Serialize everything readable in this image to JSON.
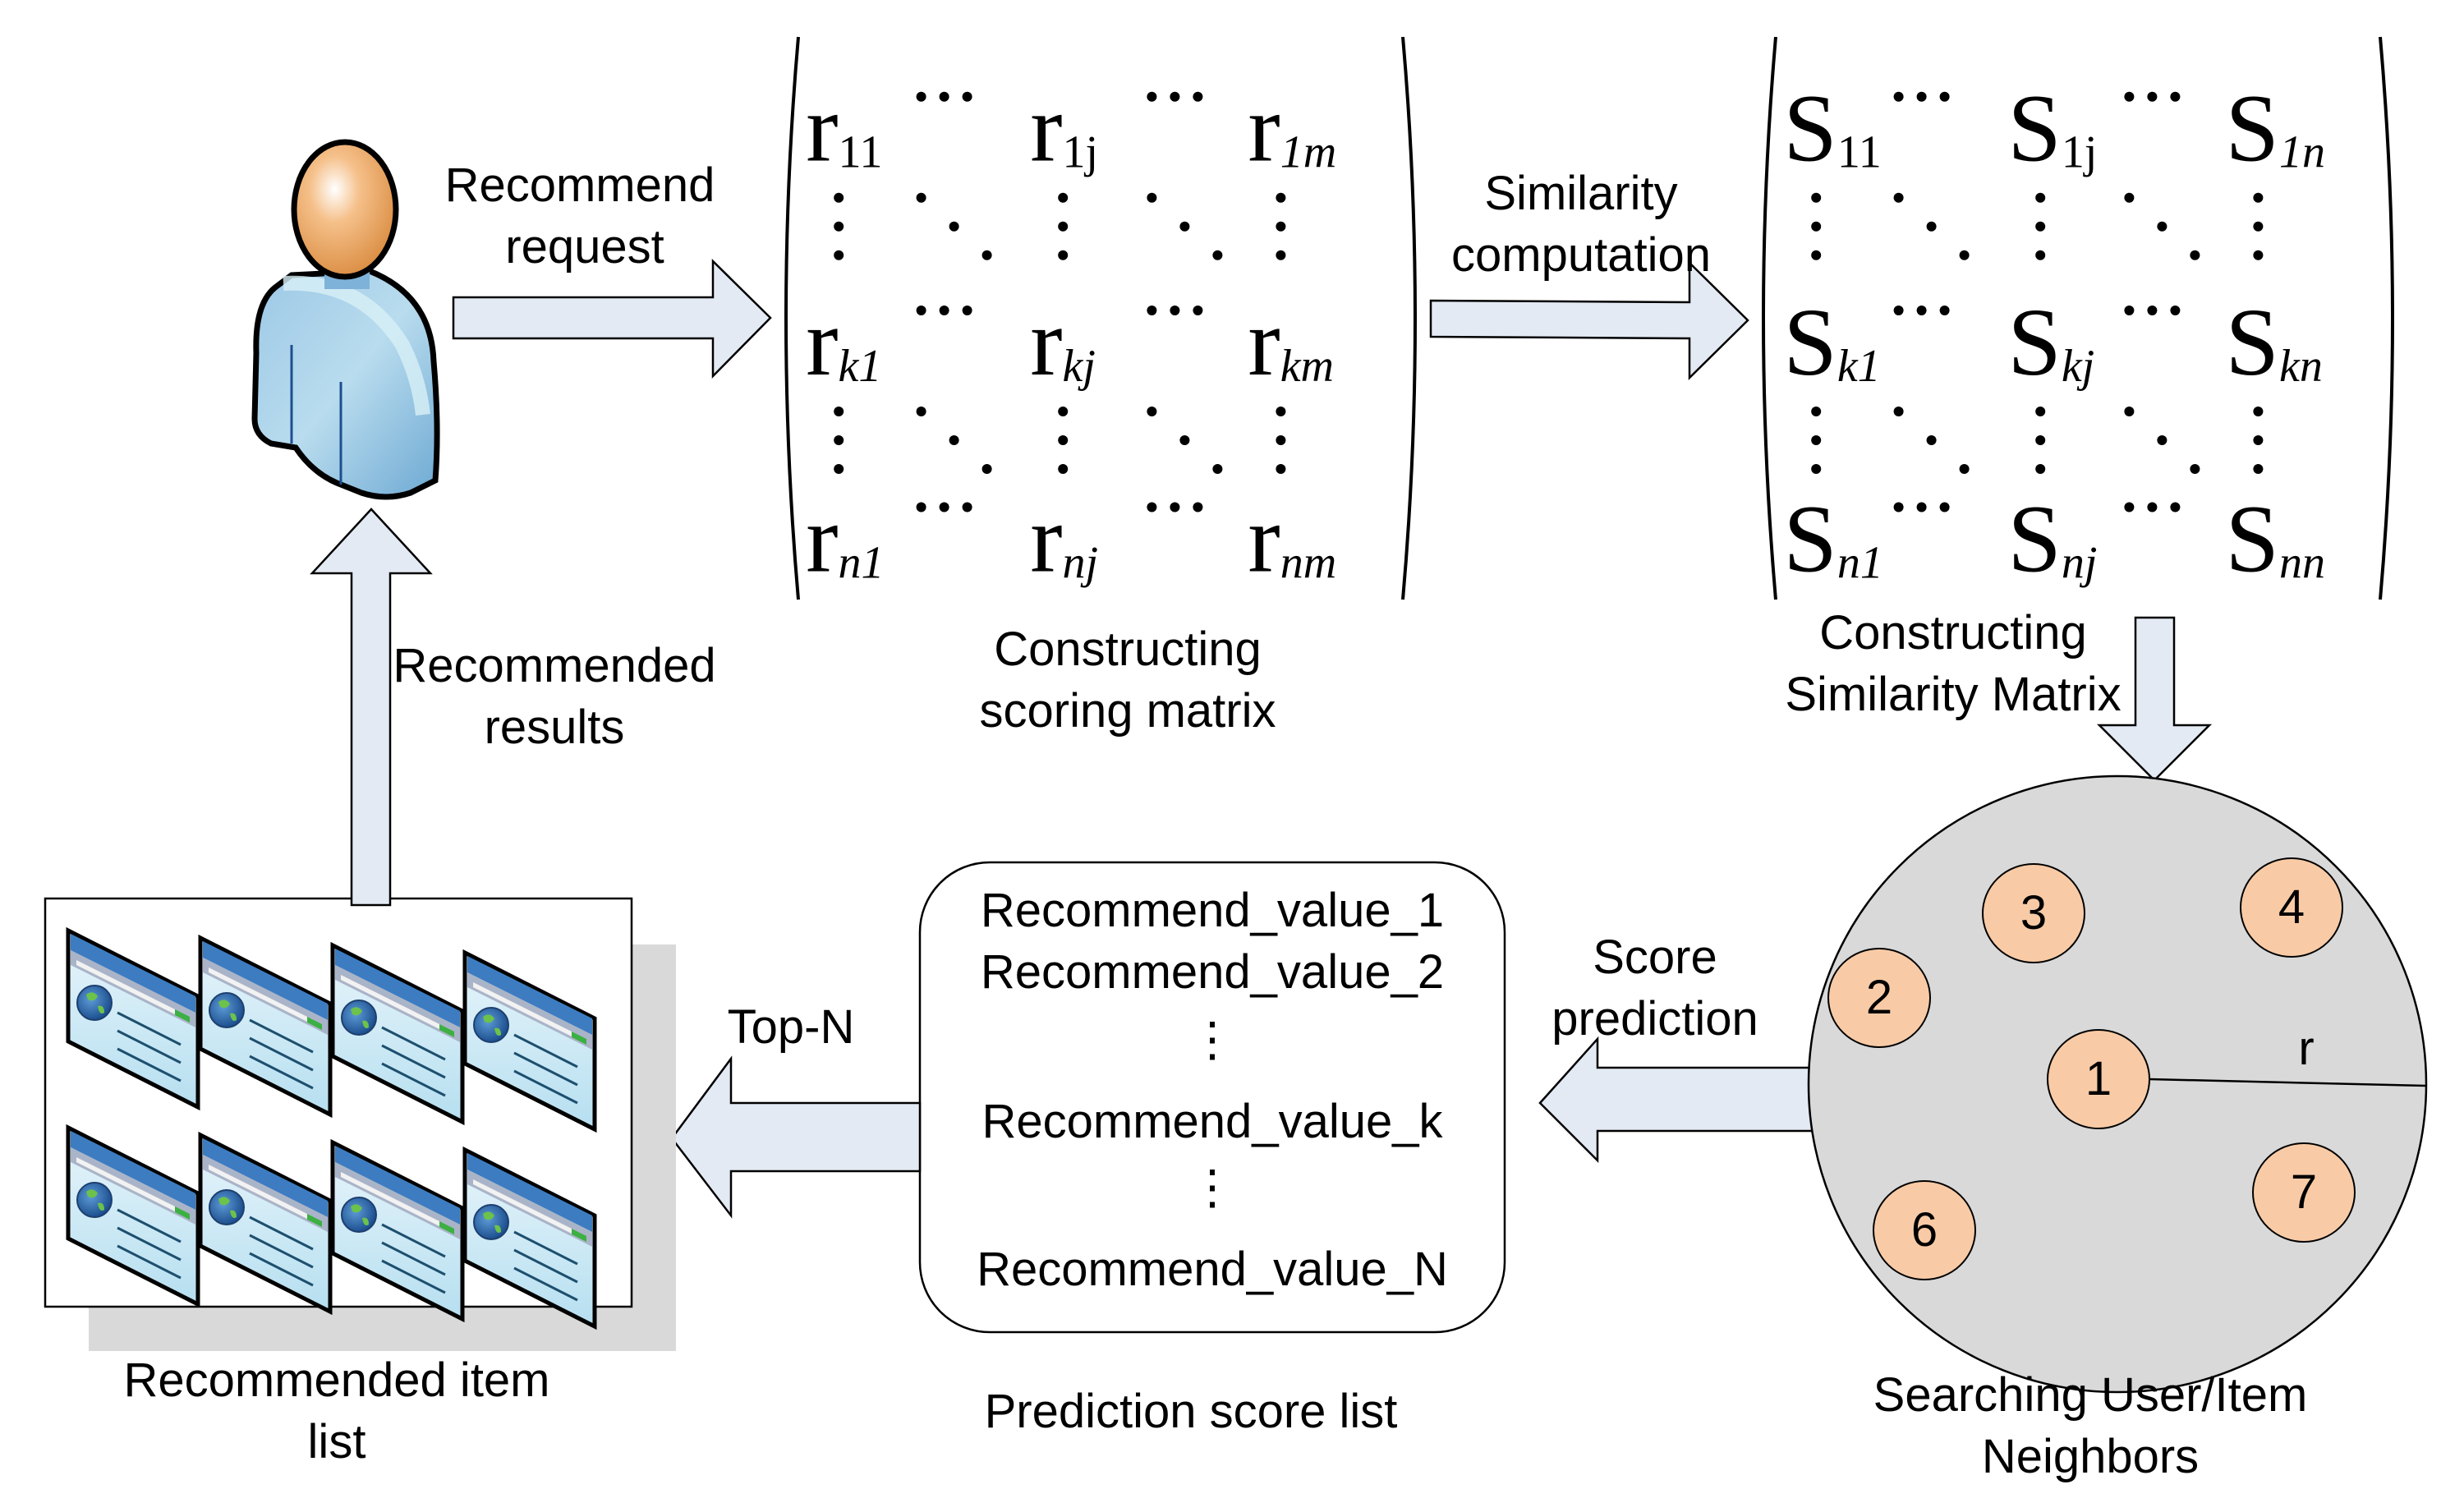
{
  "user": {
    "icon": "user-icon"
  },
  "arrows": {
    "recommend_request": [
      "Recommend",
      "request"
    ],
    "similarity_computation": [
      "Similarity",
      "computation"
    ],
    "score_prediction": [
      "Score",
      "prediction"
    ],
    "top_n": "Top-N",
    "recommended_results": [
      "Recommended",
      "results"
    ]
  },
  "scoring_matrix": {
    "symbol": "r",
    "rows": [
      [
        {
          "sub": "11"
        },
        {
          "sub": "1j"
        },
        {
          "sub": "1m"
        }
      ],
      [
        {
          "sub": "k1"
        },
        {
          "sub": "kj"
        },
        {
          "sub": "km"
        }
      ],
      [
        {
          "sub": "n1"
        },
        {
          "sub": "nj"
        },
        {
          "sub": "nm"
        }
      ]
    ],
    "caption": [
      "Constructing",
      "scoring matrix"
    ]
  },
  "similarity_matrix": {
    "symbol": "S",
    "rows": [
      [
        {
          "sub": "11"
        },
        {
          "sub": "1j"
        },
        {
          "sub": "1n"
        }
      ],
      [
        {
          "sub": "k1"
        },
        {
          "sub": "kj"
        },
        {
          "sub": "kn"
        }
      ],
      [
        {
          "sub": "n1"
        },
        {
          "sub": "nj"
        },
        {
          "sub": "nn"
        }
      ]
    ],
    "caption": [
      "Constructing",
      "Similarity Matrix"
    ]
  },
  "neighbors": {
    "nodes": [
      "1",
      "2",
      "3",
      "4",
      "6",
      "7"
    ],
    "radius_label": "r",
    "caption": [
      "Searching User/Item",
      "Neighbors"
    ],
    "colors": {
      "region": "#d9d9d9",
      "node": "#f8cba6"
    }
  },
  "prediction_list": {
    "items": [
      "Recommend_value_1",
      "Recommend_value_2",
      "⋮",
      "Recommend_value_k",
      "⋮",
      "Recommend_value_N"
    ],
    "caption": "Prediction score list"
  },
  "item_list": {
    "count": 8,
    "caption": [
      "Recommended item",
      "list"
    ]
  },
  "colors": {
    "arrow_fill": "#e4eaf4",
    "shadow": "#d9d9d9"
  }
}
